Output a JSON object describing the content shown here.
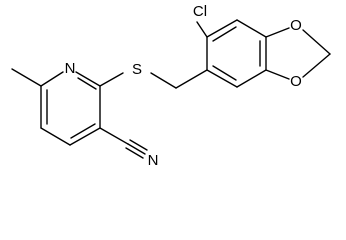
{
  "atoms": {
    "pyridine_nitrogen": "N",
    "thioether_sulfur": "S",
    "chlorine": "Cl",
    "dioxole_oxygen_top": "O",
    "dioxole_oxygen_bottom": "O",
    "nitrile_nitrogen": "N"
  }
}
